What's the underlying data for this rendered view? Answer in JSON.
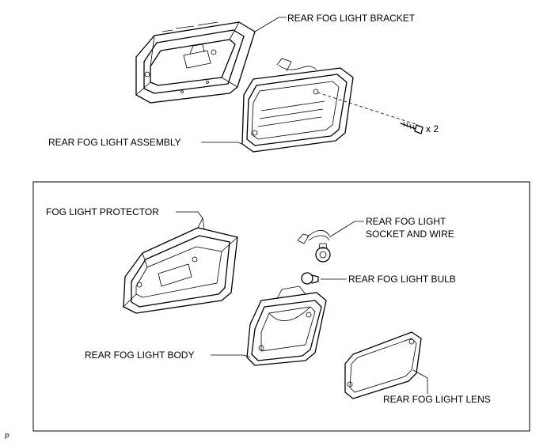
{
  "labels": {
    "bracket": "REAR FOG LIGHT BRACKET",
    "assembly": "REAR FOG LIGHT ASSEMBLY",
    "screw_qty": "x 2",
    "protector": "FOG LIGHT PROTECTOR",
    "socket_line1": "REAR FOG LIGHT",
    "socket_line2": "SOCKET AND WIRE",
    "bulb": "REAR FOG LIGHT BULB",
    "body": "REAR FOG LIGHT BODY",
    "lens": "REAR FOG LIGHT LENS",
    "corner_code": "P"
  }
}
